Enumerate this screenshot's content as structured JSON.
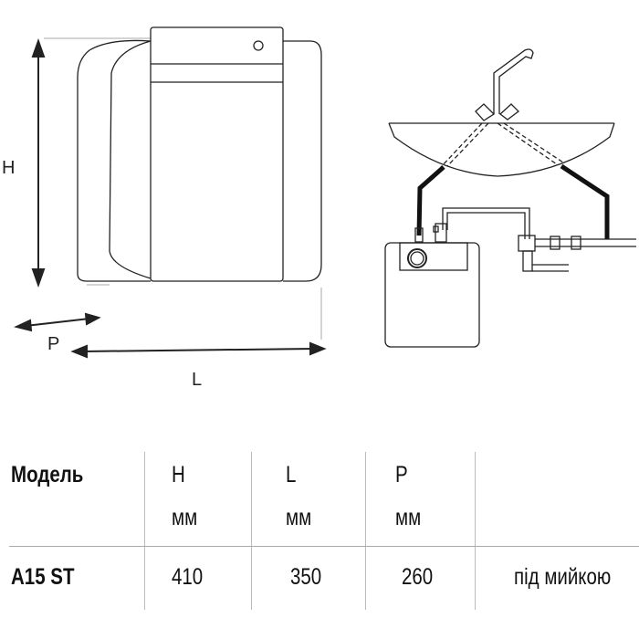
{
  "diagram": {
    "dimension_labels": {
      "height": "H",
      "depth": "P",
      "length": "L"
    }
  },
  "table": {
    "headers": [
      {
        "title": "Модель",
        "unit": ""
      },
      {
        "title": "H",
        "unit": "мм"
      },
      {
        "title": "L",
        "unit": "мм"
      },
      {
        "title": "P",
        "unit": "мм"
      },
      {
        "title": "",
        "unit": ""
      }
    ],
    "rows": [
      {
        "model": "A15 ST",
        "h": "410",
        "l": "350",
        "p": "260",
        "note": "під мийкою"
      }
    ]
  }
}
